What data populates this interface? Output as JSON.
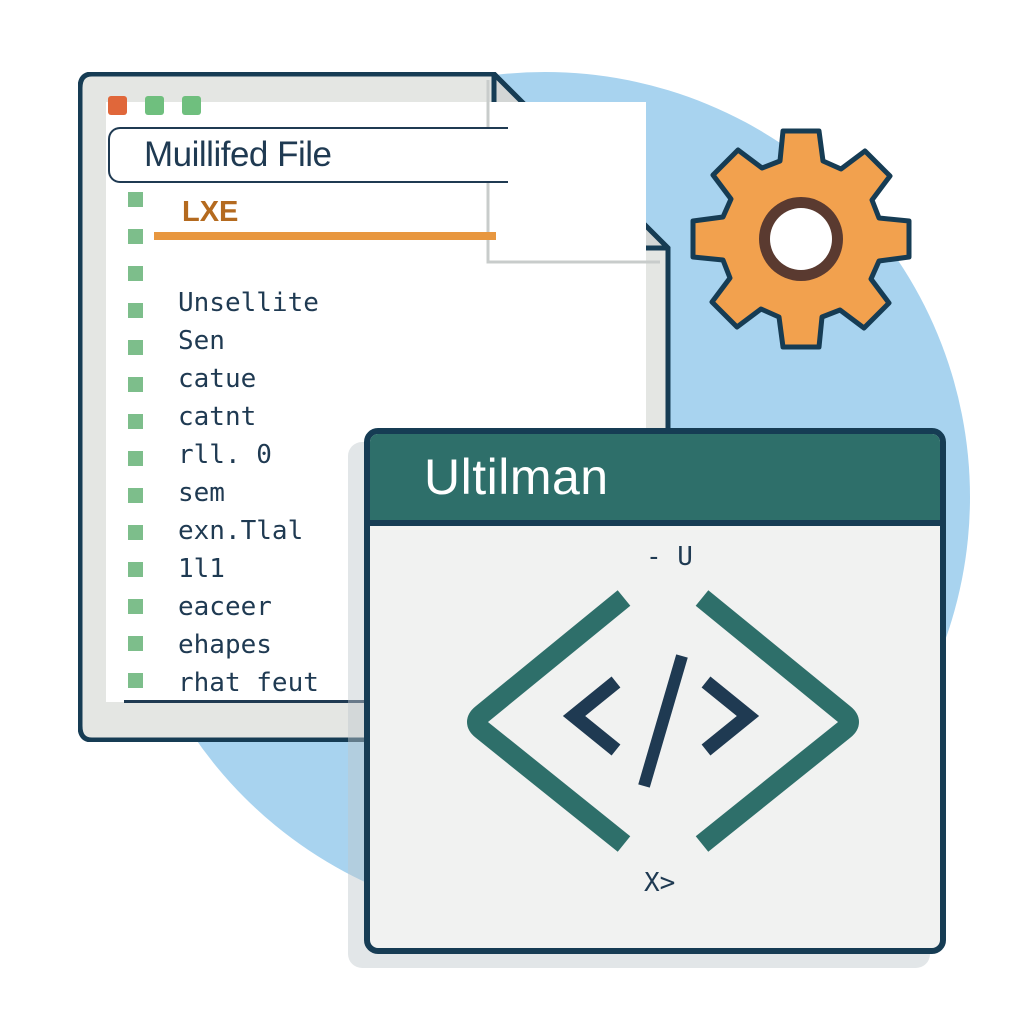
{
  "colors": {
    "background_circle": "#a8d3ef",
    "navy": "#1f3a52",
    "teal": "#2e6f6a",
    "orange": "#f2a14e",
    "gutter_green": "#7dbe8b"
  },
  "document_window": {
    "window_controls": [
      {
        "name": "close",
        "color": "#e0673a"
      },
      {
        "name": "minimize",
        "color": "#6fbf7e"
      },
      {
        "name": "maximize",
        "color": "#6fbf7e"
      }
    ],
    "title": "Muillifed File",
    "subtitle": "LXE",
    "lines": [
      "Unsellite",
      "Sen",
      "catue",
      "catnt",
      "rll. 0",
      "sem",
      "exn.Tlal",
      "1l1",
      "eaceer",
      "ehapes",
      "rhat feut"
    ]
  },
  "gear_icon": "gear-icon",
  "app_window": {
    "title": "Ultilman",
    "top_label": "- U",
    "code_icon": "code-brackets-icon",
    "bottom_label": "X>"
  }
}
